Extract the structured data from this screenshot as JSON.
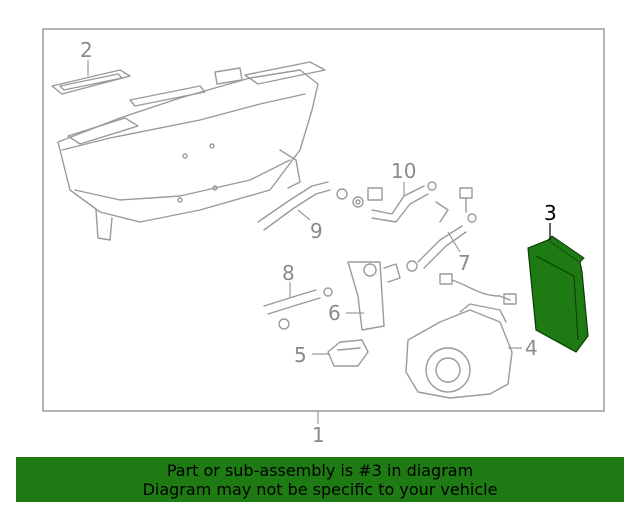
{
  "callouts": {
    "c1": "1",
    "c2": "2",
    "c3": "3",
    "c4": "4",
    "c5": "5",
    "c6": "6",
    "c7": "7",
    "c8": "8",
    "c9": "9",
    "c10": "10"
  },
  "highlight_color": "#1e7a12",
  "banner": {
    "line1": "Part or sub-assembly is #3 in diagram",
    "line2": "Diagram may not be specific to your vehicle"
  }
}
